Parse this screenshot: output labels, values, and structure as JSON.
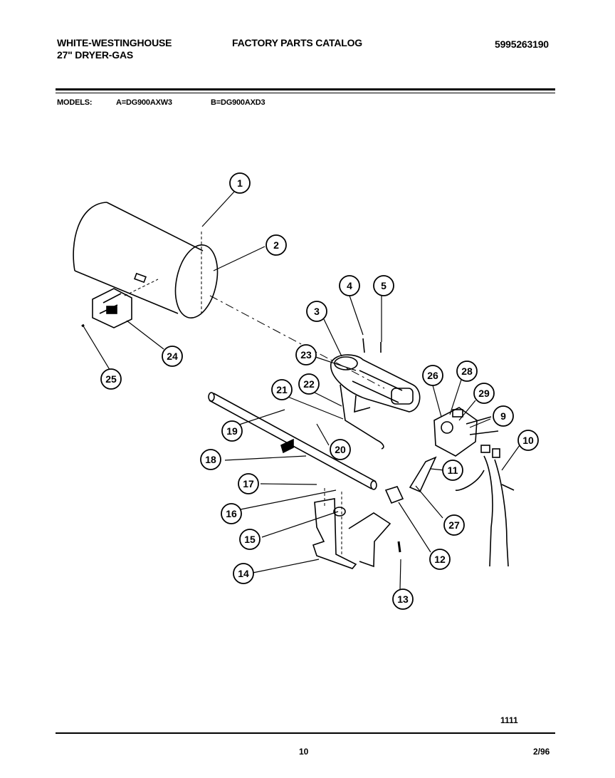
{
  "header": {
    "brand": "WHITE-WESTINGHOUSE",
    "product": "27\" DRYER-GAS",
    "catalog_title": "FACTORY PARTS CATALOG",
    "catalog_number": "5995263190"
  },
  "models": {
    "label": "MODELS:",
    "model_a": "A=DG900AXW3",
    "model_b": "B=DG900AXD3"
  },
  "callouts": [
    "1",
    "2",
    "3",
    "4",
    "5",
    "9",
    "10",
    "11",
    "12",
    "13",
    "14",
    "15",
    "16",
    "17",
    "18",
    "19",
    "20",
    "21",
    "22",
    "23",
    "24",
    "25",
    "26",
    "27",
    "28",
    "29"
  ],
  "footer": {
    "figure_code": "1111",
    "page_number": "10",
    "date": "2/96"
  }
}
